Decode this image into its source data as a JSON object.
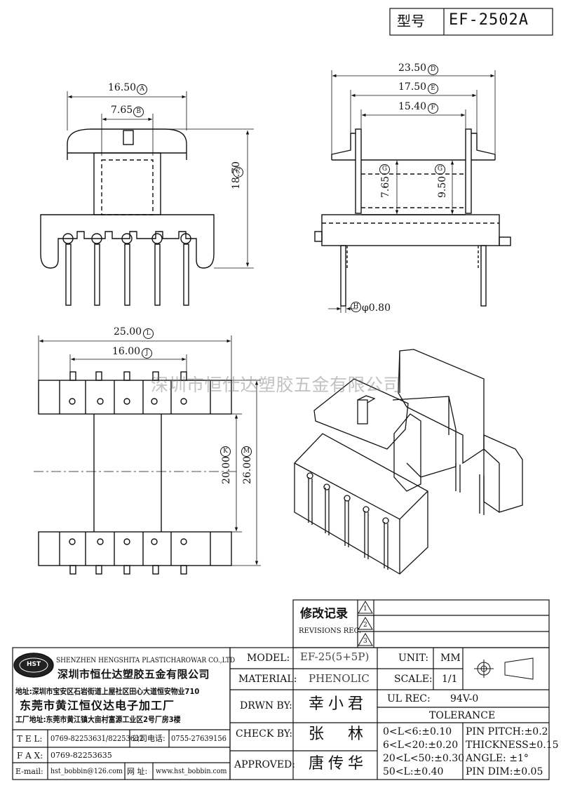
{
  "header": {
    "model_label": "型号",
    "model_value": "EF-2502A"
  },
  "dimensions": {
    "front": {
      "a": "16.50",
      "a_tag": "A",
      "b": "7.65",
      "b_tag": "B",
      "c": "18.70",
      "c_tag": "C"
    },
    "side": {
      "d": "23.50",
      "d_tag": "D",
      "e": "17.50",
      "e_tag": "E",
      "f": "15.40",
      "f_tag": "F",
      "g1": "7.65",
      "g2": "9.50",
      "g_tag": "G",
      "h": "φ0.80",
      "h_tag": "H"
    },
    "bottom": {
      "l": "25.00",
      "l_tag": "L",
      "j": "16.00",
      "j_tag": "J",
      "k": "20.00",
      "k_tag": "K",
      "m": "26.00",
      "m_tag": "M"
    }
  },
  "watermark": "深圳市恒仕达塑胶五金有限公司",
  "revisions": {
    "label_cn": "修改记录",
    "label_en": "REVISIONS REC.",
    "items": [
      "1",
      "2",
      "3"
    ]
  },
  "company": {
    "logo_text": "HST",
    "name_en": "SHENZHEN HENGSHITA PLASTICHAROWAR CO.,LTD",
    "name_cn": "深圳市恒仕达塑胶五金有限公司",
    "address_cn": "地址:深圳市宝安区石岩街道上屋社区田心大道恒安物业710",
    "factory_cn": "东莞市黄江恒仪达电子加工厂",
    "factory_address": "工厂地址:东莞市黄江镇大亩村富源工业区2号厂房3楼",
    "tel_label": "T E L:",
    "tel": "0769-82253631/82253632",
    "company_phone_label": "公司电话:",
    "company_phone": "0755-27639156",
    "fax_label": "F A X:",
    "fax": "0769-82253635",
    "email_label": "E-mail:",
    "email": "hst_bobbin@126.com",
    "web_label": "网 址:",
    "web": "www.hst_bobbin.com"
  },
  "spec": {
    "model_label": "MODEL:",
    "model": "EF-25(5+5P)",
    "material_label": "MATERIAL:",
    "material": "PHENOLIC",
    "drawn_label": "DRWN BY:",
    "drawn": "幸小君",
    "check_label": "CHECK BY:",
    "check": "张　林",
    "approved_label": "APPROVED:",
    "approved": "唐传华",
    "unit_label": "UNIT:",
    "unit": "MM",
    "scale_label": "SCALE:",
    "scale": "1/1",
    "ul_label": "UL REC:",
    "ul": "94V-0",
    "tolerance_label": "TOLERANCE",
    "tol1": "0<L<6:±0.10",
    "tol2": "6<L<20:±0.20",
    "tol3": "20<L<50:±0.30",
    "tol4": "50<L:±0.40",
    "pin_pitch": "PIN PITCH:±0.2",
    "thickness": "THICKNESS±0.15",
    "angle": "ANGLE: ±1°",
    "pin_dim": "PIN DIM:±0.05"
  }
}
